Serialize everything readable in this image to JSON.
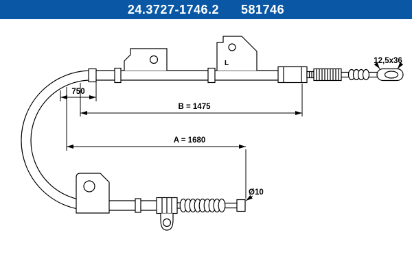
{
  "header": {
    "part_number": "24.3727-1746.2",
    "reference_number": "581746",
    "background_color": "#0a58a5",
    "text_color": "#ffffff"
  },
  "diagram": {
    "type": "technical-line-drawing",
    "subject": "parking brake cable with mounting brackets, adjuster, spring and eyelet end",
    "line_color": "#000000",
    "labels": {
      "dim_750": "750",
      "dim_b": "B = 1475",
      "dim_a": "A = 1680",
      "eyelet_size": "12,5x36",
      "end_diameter": "Ø10",
      "bracket_marking": "L"
    }
  }
}
